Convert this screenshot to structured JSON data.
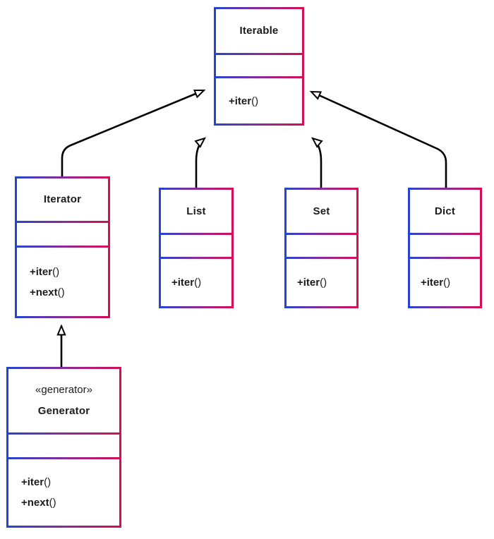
{
  "classes": [
    {
      "id": "iterable",
      "name": "Iterable",
      "stereotype": "",
      "methods": [
        {
          "name": "+iter",
          "suffix": "()"
        }
      ]
    },
    {
      "id": "iterator",
      "name": "Iterator",
      "stereotype": "",
      "methods": [
        {
          "name": "+iter",
          "suffix": "()"
        },
        {
          "name": "+next",
          "suffix": "()"
        }
      ]
    },
    {
      "id": "list",
      "name": "List",
      "stereotype": "",
      "methods": [
        {
          "name": "+iter",
          "suffix": "()"
        }
      ]
    },
    {
      "id": "set",
      "name": "Set",
      "stereotype": "",
      "methods": [
        {
          "name": "+iter",
          "suffix": "()"
        }
      ]
    },
    {
      "id": "dict",
      "name": "Dict",
      "stereotype": "",
      "methods": [
        {
          "name": "+iter",
          "suffix": "()"
        }
      ]
    },
    {
      "id": "generator",
      "name": "Generator",
      "stereotype": "«generator»",
      "methods": [
        {
          "name": "+iter",
          "suffix": "()"
        },
        {
          "name": "+next",
          "suffix": "()"
        }
      ]
    }
  ],
  "relationships": [
    {
      "from": "Iterator",
      "to": "Iterable",
      "type": "generalization"
    },
    {
      "from": "List",
      "to": "Iterable",
      "type": "generalization"
    },
    {
      "from": "Set",
      "to": "Iterable",
      "type": "generalization"
    },
    {
      "from": "Dict",
      "to": "Iterable",
      "type": "generalization"
    },
    {
      "from": "Generator",
      "to": "Iterator",
      "type": "generalization"
    }
  ],
  "colors": {
    "border_gradient_start": "#2544d0",
    "border_gradient_mid": "#8a2a9a",
    "border_gradient_end": "#d60e56",
    "text": "#1c1c1c",
    "arrow": "#000000",
    "background": "#ffffff"
  }
}
